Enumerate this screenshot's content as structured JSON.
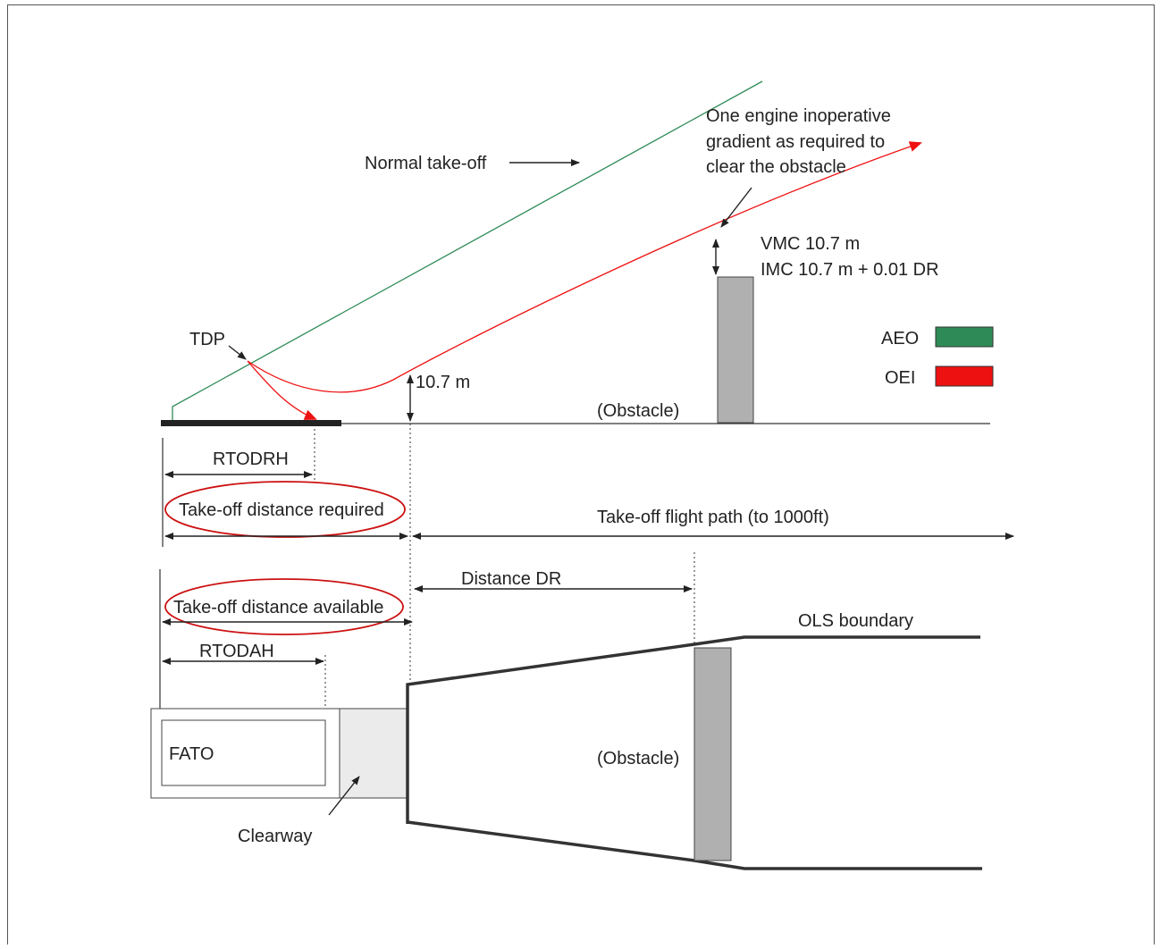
{
  "colors": {
    "aeo": "#2e8b57",
    "oei": "#ee1111",
    "obstacle": "#b0b0b0",
    "clearway": "#ebebeb",
    "highlight_ellipse": "#cc1111"
  },
  "labels": {
    "normal_takeoff": "Normal take-off",
    "oei_note": [
      "One engine inoperative",
      "gradient as required to",
      "clear the obstacle"
    ],
    "vmc": "VMC 10.7 m",
    "imc": "IMC 10.7 m + 0.01 DR",
    "tdp": "TDP",
    "height_10_7": "10.7 m",
    "obstacle_top": "(Obstacle)",
    "obstacle_bottom": "(Obstacle)",
    "rtodrh": "RTODRH",
    "tod_required": "Take-off distance required",
    "flight_path": "Take-off flight path (to 1000ft)",
    "distance_dr": "Distance DR",
    "tod_available": "Take-off distance available",
    "rtodah": "RTODAH",
    "ols_boundary": "OLS boundary",
    "fato": "FATO",
    "clearway": "Clearway"
  },
  "legend": [
    {
      "label": "AEO",
      "color": "#2e8b57"
    },
    {
      "label": "OEI",
      "color": "#ee1111"
    }
  ]
}
